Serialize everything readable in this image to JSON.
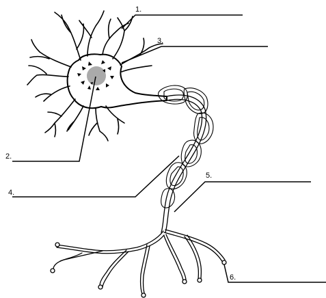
{
  "labels": [
    {
      "id": 1,
      "text": "1."
    },
    {
      "id": 2,
      "text": "2."
    },
    {
      "id": 3,
      "text": "3."
    },
    {
      "id": 4,
      "text": "4."
    },
    {
      "id": 5,
      "text": "5."
    },
    {
      "id": 6,
      "text": "6."
    }
  ],
  "colors": {
    "ink": "#000000",
    "nucleus": "#aaaaaa",
    "background": "#ffffff"
  }
}
